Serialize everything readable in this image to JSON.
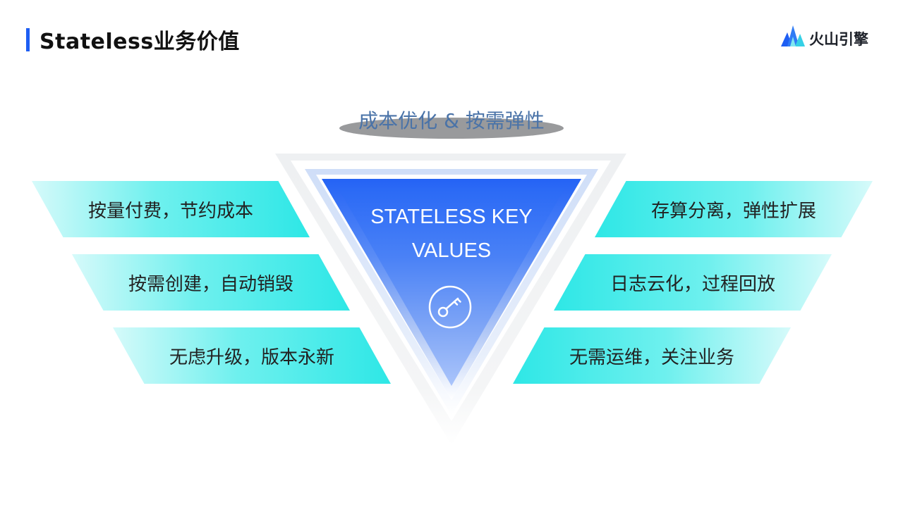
{
  "header": {
    "title": "Stateless业务价值",
    "brand_name": "火山引擎",
    "accent_color": "#1e5ef3"
  },
  "diagram": {
    "subtitle": "成本优化 & 按需弹性",
    "center_line1": "STATELESS KEY",
    "center_line2": "VALUES",
    "center_icon": "key-icon",
    "left_items": [
      {
        "label": "按量付费，节约成本"
      },
      {
        "label": "按需创建，自动销毁"
      },
      {
        "label": "无虑升级，版本永新"
      }
    ],
    "right_items": [
      {
        "label": "存算分离，弹性扩展"
      },
      {
        "label": "日志云化，过程回放"
      },
      {
        "label": "无需运维，关注业务"
      }
    ],
    "colors": {
      "band": "#2ee7e6",
      "triangle_top": "#2463f5",
      "triangle_bottom": "#ffffff",
      "subtitle_text": "#4a73a8",
      "subtitle_pill": "#999a9c"
    }
  }
}
